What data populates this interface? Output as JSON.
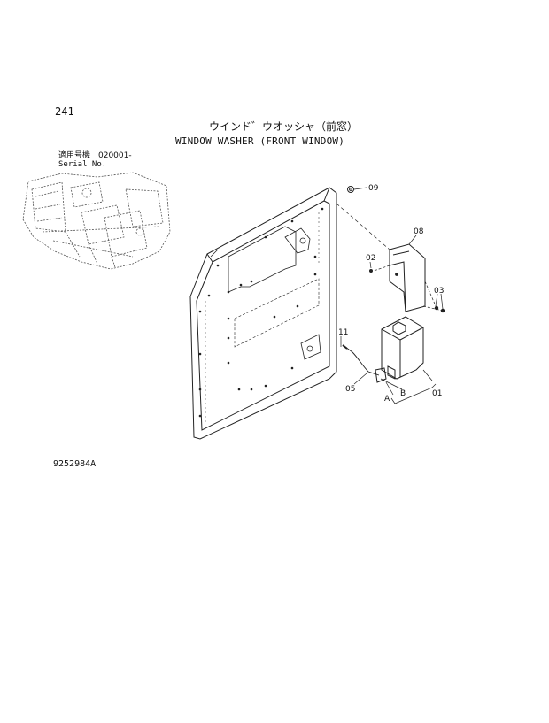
{
  "header": {
    "page_number": "241",
    "title_jp": "ウインド゛ウオッシャ（前窓）",
    "title_en": "WINDOW WASHER (FRONT WINDOW)",
    "serial_jp": "適用号機　020001-",
    "serial_en": "Serial No."
  },
  "callouts": {
    "c09": "09",
    "c08": "08",
    "c02": "02",
    "c03": "03",
    "c11": "11",
    "c05": "05",
    "cA": "A",
    "cB": "B",
    "c01": "01"
  },
  "footer": {
    "drawing_number": "9252984A"
  }
}
